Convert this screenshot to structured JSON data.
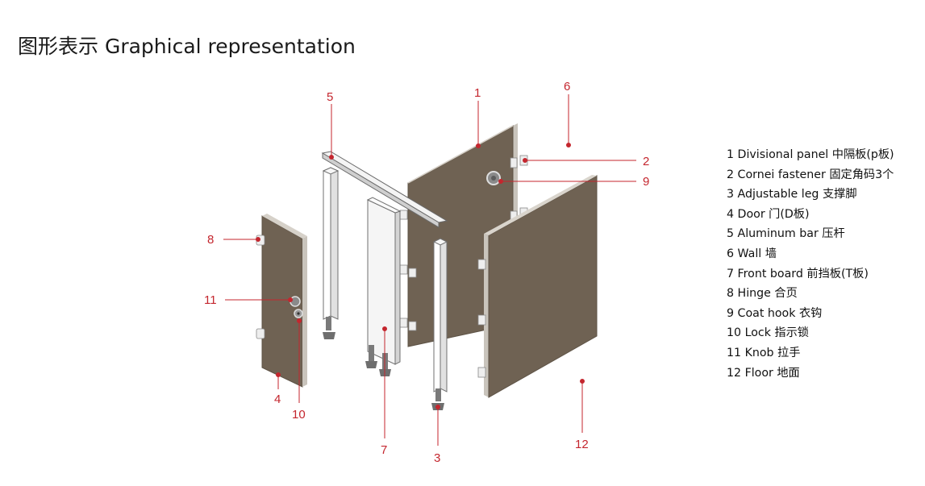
{
  "title": "图形表示 Graphical representation",
  "colors": {
    "panel": "#6f6253",
    "panel_edge": "#c9c4bc",
    "aluminum": "#f1f1f1",
    "callout_red": "#c4262e",
    "leg": "#6e6e6e"
  },
  "callout_numbers": {
    "n1": "1",
    "n2": "2",
    "n3": "3",
    "n4": "4",
    "n5": "5",
    "n6": "6",
    "n7": "7",
    "n8": "8",
    "n9": "9",
    "n10": "10",
    "n11": "11",
    "n12": "12"
  },
  "legend": [
    "1 Divisional panel 中隔板(p板)",
    "2 Cornei fastener 固定角码3个",
    "3 Adjustable leg 支撑脚",
    "4 Door 门(D板)",
    "5 Aluminum bar 压杆",
    "6 Wall 墙",
    "7 Front board 前挡板(T板)",
    "8 Hinge 合页",
    "9 Coat hook 衣钩",
    "10 Lock 指示锁",
    "11 Knob 拉手",
    "12 Floor 地面"
  ]
}
